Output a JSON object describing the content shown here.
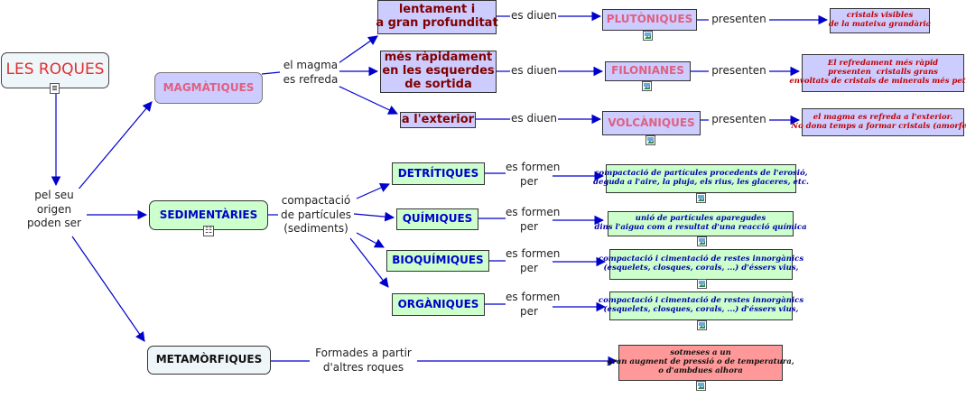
{
  "root": {
    "label": "LES ROQUES"
  },
  "links": {
    "origin": "pel seu\norigen\npoden ser",
    "magma_cools": "el magma\nes refreda",
    "compaction": "compactació\nde partícules\n(sediments)",
    "formed_from": "Formades a partir\nd'altres roques",
    "es_diuen": "es diuen",
    "presenten": "presenten",
    "es_formen_per": "es formen\nper"
  },
  "types": {
    "magmatic": "MAGMÀTIQUES",
    "sedimentary": "SEDIMENTÀRIES",
    "metamorphic": "METAMÒRFIQUES"
  },
  "magmatic_branches": [
    {
      "where": "lentament i\na gran profunditat",
      "category": "PLUTÒNIQUES",
      "description": "cristals visibles\nde la mateixa grandària"
    },
    {
      "where": "més ràpidament\nen les esquerdes\nde sortida",
      "category": "FILONIANES",
      "description": "El refredament més ràpid\npresenten  cristalls grans\nenvoltats de cristals de minerals més petits"
    },
    {
      "where": "a l'exterior",
      "category": "VOLCÀNIQUES",
      "description": "el magma es refreda a l'exterior.\nNo dona temps a formar cristals (amorfes)"
    }
  ],
  "sedimentary_types": [
    {
      "name": "DETRÍTIQUES",
      "description": "compactació de partícules procedents de l'erosió,\ndeguda a l'aire, la pluja, els rius, les glaceres, etc."
    },
    {
      "name": "QUÍMIQUES",
      "description": "unió de partícules aparegudes\ndins l'aigua com a resultat d'una reacció química"
    },
    {
      "name": "BIOQUÍMIQUES",
      "description": "compactació i cimentació de restes innorgànics\n(esquelets, closques, corals, ...) d'éssers vius,"
    },
    {
      "name": "ORGÀNIQUES",
      "description": "compactació i cimentació de restes innorgànics\n(esquelets, closques, corals, ...) d'éssers vius,"
    }
  ],
  "metamorphic_description": "sotmeses a un\ngran augment de pressió o de temperatura,\no d'ambdues alhora",
  "colors": {
    "arrow": "#0000cc",
    "magmatic_fill": "#ccccff",
    "sedimentary_fill": "#ccffcc",
    "metamorphic_desc_fill": "#ff9999"
  },
  "icons": {
    "root": "document-icon",
    "sedimentary": "tree-icon",
    "images": "image-thumbnail-icon"
  }
}
